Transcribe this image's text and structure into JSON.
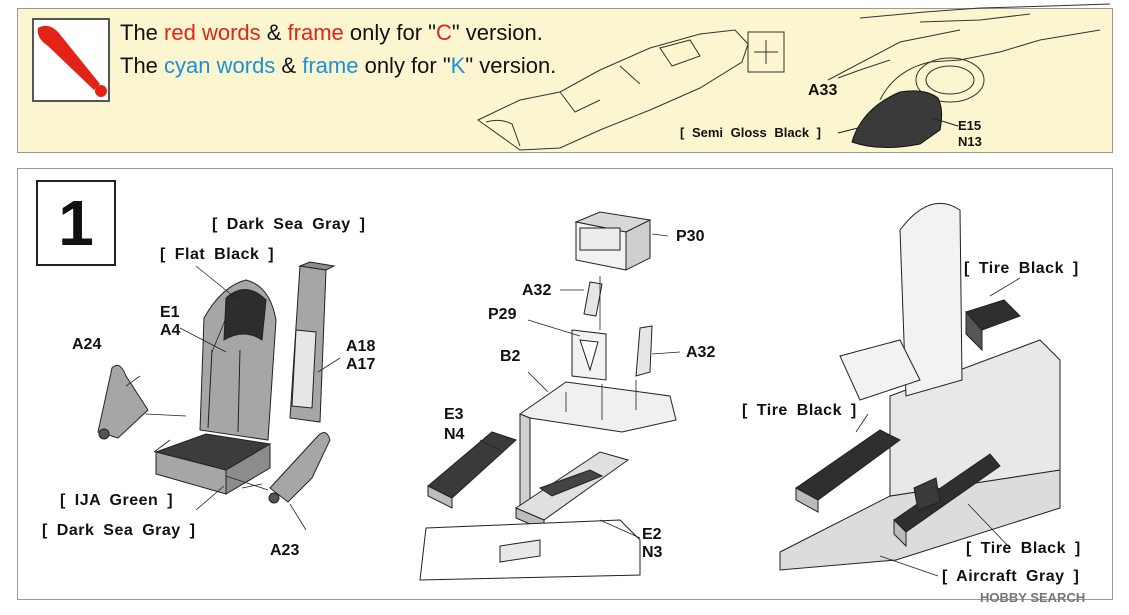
{
  "notes": {
    "line1": {
      "p1": "The ",
      "p2": "red words",
      "p3": " & ",
      "p4": "frame",
      "p5": " only for \"",
      "p6": "C",
      "p7": "\" version."
    },
    "line2": {
      "p1": "The ",
      "p2": "cyan words",
      "p3": " & ",
      "p4": "frame",
      "p5": " only for \"",
      "p6": "K",
      "p7": "\" version."
    }
  },
  "top_labels": {
    "a33": "A33",
    "semi_gloss": "[ Semi Gloss Black ]",
    "e15": "E15",
    "n13": "N13"
  },
  "step": "1",
  "seat_labels": {
    "dark_sea_gray_top": "[ Dark Sea Gray ]",
    "flat_black": "[ Flat Black ]",
    "e1": "E1",
    "a4": "A4",
    "a24": "A24",
    "a18": "A18",
    "a17": "A17",
    "ija_green": "[ IJA Green ]",
    "dark_sea_gray_bottom": "[ Dark Sea Gray ]",
    "a23": "A23"
  },
  "cockpit_labels": {
    "p30": "P30",
    "a32_top": "A32",
    "p29": "P29",
    "a32_right": "A32",
    "b2": "B2",
    "e3": "E3",
    "n4": "N4",
    "e2": "E2",
    "n3": "N3"
  },
  "assembly_labels": {
    "tire_black_1": "[ Tire Black ]",
    "tire_black_2": "[ Tire Black ]",
    "tire_black_3": "[ Tire Black ]",
    "aircraft_gray": "[ Aircraft Gray ]"
  },
  "watermark": "HOBBY SEARCH",
  "colors": {
    "red": "#e32317",
    "cyan": "#1e8fd8",
    "panel_bg": "#fbf6cf",
    "part_gray": "#a6a6a6",
    "part_dark": "#3a3a3a"
  }
}
